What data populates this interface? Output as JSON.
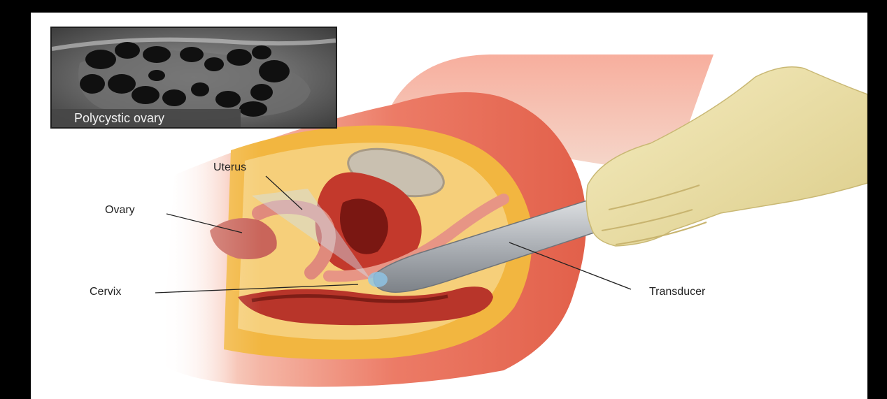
{
  "inset": {
    "caption": "Polycystic ovary",
    "icon": "ultrasound-image"
  },
  "labels": {
    "uterus": "Uterus",
    "ovary": "Ovary",
    "cervix": "Cervix",
    "transducer": "Transducer"
  },
  "colors": {
    "frame": "#000000",
    "background": "#ffffff",
    "skin": "#e8735f",
    "fat": "#f2b640",
    "muscle": "#c0392b",
    "glove": "#efe3a8",
    "probe": "#b9bcc0"
  }
}
